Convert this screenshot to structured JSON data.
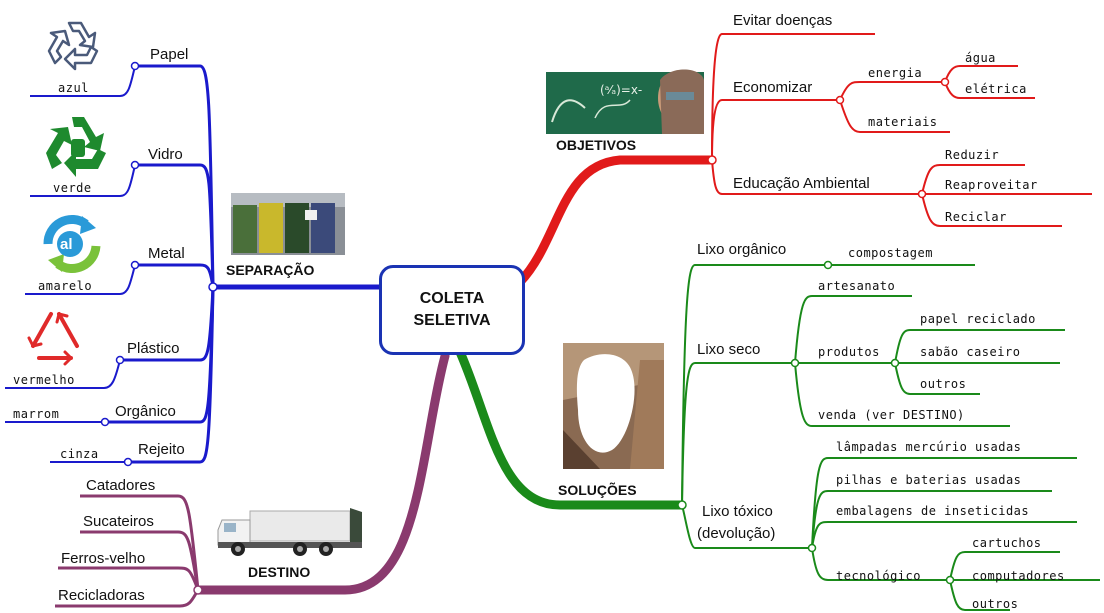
{
  "center": {
    "line1": "COLETA",
    "line2": "SELETIVA"
  },
  "colors": {
    "blue": "#1a1acc",
    "red": "#e11a1a",
    "green": "#1a8a1a",
    "purple": "#8a3a6e",
    "center_border": "#1a33b3"
  },
  "objetivos": {
    "title": "OBJETIVOS",
    "evitar": "Evitar doenças",
    "economizar": "Economizar",
    "energia": "energia",
    "agua": "água",
    "eletrica": "elétrica",
    "materiais": "materiais",
    "educacao": "Educação Ambiental",
    "reduzir": "Reduzir",
    "reaproveitar": "Reaproveitar",
    "reciclar": "Reciclar"
  },
  "solucoes": {
    "title": "SOLUÇÕES",
    "organico": "Lixo orgânico",
    "compostagem": "compostagem",
    "seco": "Lixo seco",
    "artesanato": "artesanato",
    "produtos": "produtos",
    "papel_reciclado": "papel reciclado",
    "sabao": "sabão caseiro",
    "outros": "outros",
    "venda": "venda (ver DESTINO)",
    "toxico_1": "Lixo tóxico",
    "toxico_2": "(devolução)",
    "lampadas": "lâmpadas mercúrio usadas",
    "pilhas": "pilhas e baterias usadas",
    "embalagens": "embalagens de inseticidas",
    "tecnologico": "tecnológico",
    "cartuchos": "cartuchos",
    "computadores": "computadores",
    "outros2": "outros"
  },
  "separacao": {
    "title": "SEPARAÇÃO",
    "papel": "Papel",
    "papel_cor": "azul",
    "vidro": "Vidro",
    "vidro_cor": "verde",
    "metal": "Metal",
    "metal_cor": "amarelo",
    "plastico": "Plástico",
    "plastico_cor": "vermelho",
    "organico": "Orgânico",
    "organico_cor": "marrom",
    "rejeito": "Rejeito",
    "rejeito_cor": "cinza"
  },
  "destino": {
    "title": "DESTINO",
    "catadores": "Catadores",
    "sucateiros": "Sucateiros",
    "ferros": "Ferros-velho",
    "recicladoras": "Recicladoras"
  },
  "blackboard": {
    "formula": "(ᵃ⁄ₐ)=x-"
  }
}
